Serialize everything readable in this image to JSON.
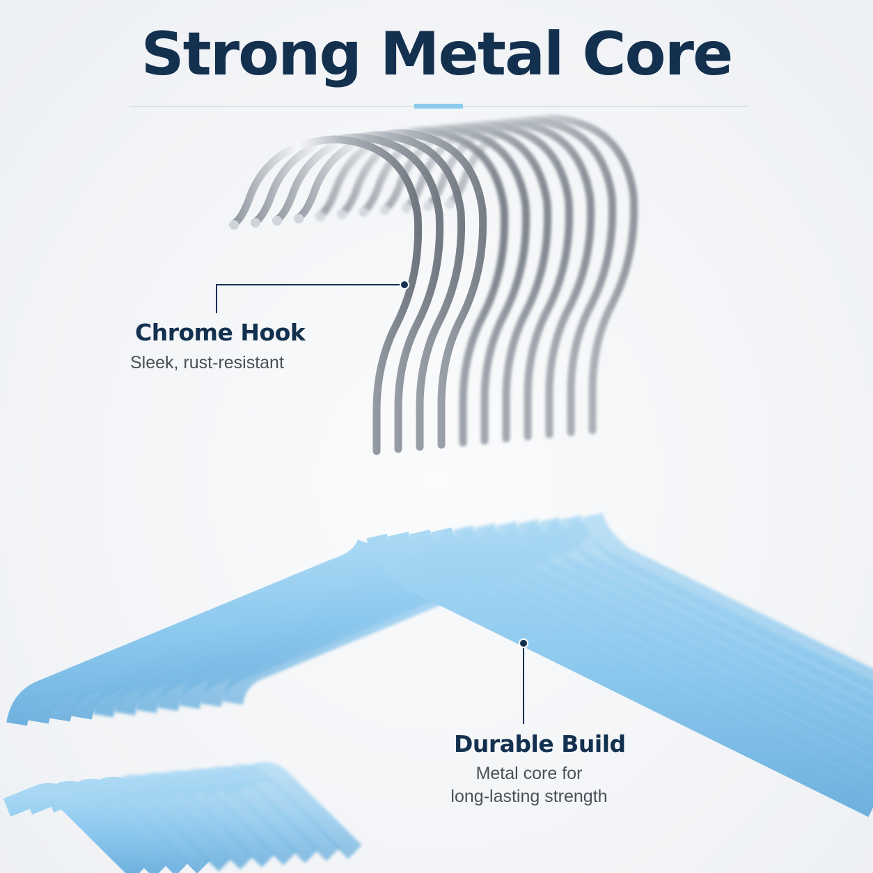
{
  "headline": "Strong Metal Core",
  "colors": {
    "navy": "#13304f",
    "accent": "#8ccbee",
    "hanger_blue": "#8fcaef",
    "hanger_blue_dark": "#6fb3e0",
    "chrome": "#cfd4db"
  },
  "callouts": [
    {
      "title": "Chrome Hook",
      "body": [
        "Sleek, rust-resistant"
      ]
    },
    {
      "title": "Durable Build",
      "body": [
        "Metal core for",
        "long-lasting strength"
      ]
    }
  ]
}
